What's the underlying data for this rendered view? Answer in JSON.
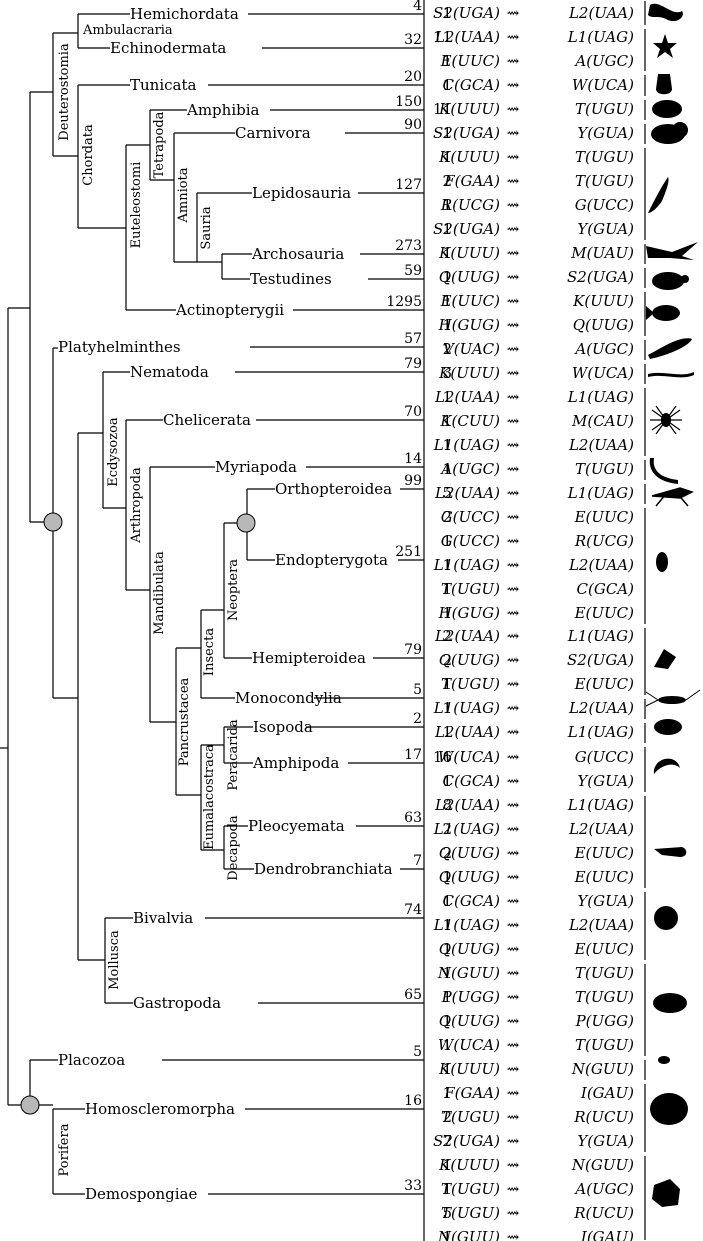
{
  "taxa": [
    {
      "name": "Hemichordata",
      "count": "4"
    },
    {
      "name": "Echinodermata",
      "count": "32"
    },
    {
      "name": "Tunicata",
      "count": "20"
    },
    {
      "name": "Amphibia",
      "count": "150"
    },
    {
      "name": "Carnivora",
      "count": "90"
    },
    {
      "name": "Lepidosauria",
      "count": "127"
    },
    {
      "name": "Archosauria",
      "count": "273"
    },
    {
      "name": "Testudines",
      "count": "59"
    },
    {
      "name": "Actinopterygii",
      "count": "1295"
    },
    {
      "name": "Platyhelminthes",
      "count": "57"
    },
    {
      "name": "Nematoda",
      "count": "79"
    },
    {
      "name": "Chelicerata",
      "count": "70"
    },
    {
      "name": "Myriapoda",
      "count": "14"
    },
    {
      "name": "Orthopteroidea",
      "count": "99"
    },
    {
      "name": "Endopterygota",
      "count": "251"
    },
    {
      "name": "Hemipteroidea",
      "count": "79"
    },
    {
      "name": "Monocondylia",
      "count": "5"
    },
    {
      "name": "Isopoda",
      "count": "2"
    },
    {
      "name": "Amphipoda",
      "count": "17"
    },
    {
      "name": "Pleocyemata",
      "count": "63"
    },
    {
      "name": "Dendrobranchiata",
      "count": "7"
    },
    {
      "name": "Bivalvia",
      "count": "74"
    },
    {
      "name": "Gastropoda",
      "count": "65"
    },
    {
      "name": "Placozoa",
      "count": "5"
    },
    {
      "name": "Homoscleromorpha",
      "count": "16"
    },
    {
      "name": "Demospongiae",
      "count": "33"
    }
  ],
  "clades": {
    "deuterostomia": "Deuterostomia",
    "ambulacraria": "Ambulacraria",
    "chordata": "Chordata",
    "euteleostomi": "Euteleostomi",
    "tetrapoda": "Tetrapoda",
    "amniota": "Amniota",
    "sauria": "Sauria",
    "ecdysozoa": "Ecdysozoa",
    "arthropoda": "Arthropoda",
    "mandibulata": "Mandibulata",
    "pancrustacea": "Pancrustacea",
    "insecta": "Insecta",
    "neoptera": "Neoptera",
    "eumalacostraca": "Eumalacostraca",
    "peracarida": "Peracarida",
    "decapoda": "Decapoda",
    "mollusca": "Mollusca",
    "porifera": "Porifera"
  },
  "reassignments": [
    {
      "n": "1",
      "from": "S2(UGA)",
      "to": "L2(UAA)"
    },
    {
      "n": "11",
      "from": "L2(UAA)",
      "to": "L1(UAG)"
    },
    {
      "n": "1",
      "from": "E(UUC)",
      "to": "A(UGC)"
    },
    {
      "n": "1",
      "from": "C(GCA)",
      "to": "W(UCA)"
    },
    {
      "n": "11",
      "from": "K(UUU)",
      "to": "T(UGU)"
    },
    {
      "n": "1",
      "from": "S2(UGA)",
      "to": "Y(GUA)"
    },
    {
      "n": "1",
      "from": "K(UUU)",
      "to": "T(UGU)"
    },
    {
      "n": "2",
      "from": "F(GAA)",
      "to": "T(UGU)"
    },
    {
      "n": "1",
      "from": "R(UCG)",
      "to": "G(UCC)"
    },
    {
      "n": "1",
      "from": "S2(UGA)",
      "to": "Y(GUA)"
    },
    {
      "n": "1",
      "from": "K(UUU)",
      "to": "M(UAU)"
    },
    {
      "n": "1",
      "from": "Q(UUG)",
      "to": "S2(UGA)"
    },
    {
      "n": "1",
      "from": "E(UUC)",
      "to": "K(UUU)"
    },
    {
      "n": "1",
      "from": "H(GUG)",
      "to": "Q(UUG)"
    },
    {
      "n": "2",
      "from": "V(UAC)",
      "to": "A(UGC)"
    },
    {
      "n": "3",
      "from": "K(UUU)",
      "to": "W(UCA)"
    },
    {
      "n": "1",
      "from": "L2(UAA)",
      "to": "L1(UAG)"
    },
    {
      "n": "1",
      "from": "K(CUU)",
      "to": "M(CAU)"
    },
    {
      "n": "1",
      "from": "L1(UAG)",
      "to": "L2(UAA)"
    },
    {
      "n": "1",
      "from": "A(UGC)",
      "to": "T(UGU)"
    },
    {
      "n": "5",
      "from": "L2(UAA)",
      "to": "L1(UAG)"
    },
    {
      "n": "2",
      "from": "G(UCC)",
      "to": "E(UUC)"
    },
    {
      "n": "1",
      "from": "G(UCC)",
      "to": "R(UCG)"
    },
    {
      "n": "1",
      "from": "L1(UAG)",
      "to": "L2(UAA)"
    },
    {
      "n": "1",
      "from": "T(UGU)",
      "to": "C(GCA)"
    },
    {
      "n": "1",
      "from": "H(GUG)",
      "to": "E(UUC)"
    },
    {
      "n": "2",
      "from": "L2(UAA)",
      "to": "L1(UAG)"
    },
    {
      "n": "2",
      "from": "Q(UUG)",
      "to": "S2(UGA)"
    },
    {
      "n": "1",
      "from": "T(UGU)",
      "to": "E(UUC)"
    },
    {
      "n": "1",
      "from": "L1(UAG)",
      "to": "L2(UAA)"
    },
    {
      "n": "1",
      "from": "L2(UAA)",
      "to": "L1(UAG)"
    },
    {
      "n": "16",
      "from": "W(UCA)",
      "to": "G(UCC)"
    },
    {
      "n": "1",
      "from": "C(GCA)",
      "to": "Y(GUA)"
    },
    {
      "n": "8",
      "from": "L2(UAA)",
      "to": "L1(UAG)"
    },
    {
      "n": "2",
      "from": "L1(UAG)",
      "to": "L2(UAA)"
    },
    {
      "n": "2",
      "from": "Q(UUG)",
      "to": "E(UUC)"
    },
    {
      "n": "1",
      "from": "Q(UUG)",
      "to": "E(UUC)"
    },
    {
      "n": "1",
      "from": "C(GCA)",
      "to": "Y(GUA)"
    },
    {
      "n": "1",
      "from": "L1(UAG)",
      "to": "L2(UAA)"
    },
    {
      "n": "1",
      "from": "Q(UUG)",
      "to": "E(UUC)"
    },
    {
      "n": "1",
      "from": "N(GUU)",
      "to": "T(UGU)"
    },
    {
      "n": "1",
      "from": "P(UGG)",
      "to": "T(UGU)"
    },
    {
      "n": "1",
      "from": "Q(UUG)",
      "to": "P(UGG)"
    },
    {
      "n": "1",
      "from": "W(UCA)",
      "to": "T(UGU)"
    },
    {
      "n": "1",
      "from": "K(UUU)",
      "to": "N(GUU)"
    },
    {
      "n": "1",
      "from": "F(GAA)",
      "to": "I(GAU)"
    },
    {
      "n": "2",
      "from": "T(UGU)",
      "to": "R(UCU)"
    },
    {
      "n": "7",
      "from": "S2(UGA)",
      "to": "Y(GUA)"
    },
    {
      "n": "1",
      "from": "K(UUU)",
      "to": "N(GUU)"
    },
    {
      "n": "1",
      "from": "T(UGU)",
      "to": "A(UGC)"
    },
    {
      "n": "5",
      "from": "T(UGU)",
      "to": "R(UCU)"
    },
    {
      "n": "1",
      "from": "N(GUU)",
      "to": "I(GAU)"
    }
  ],
  "arrow_glyph": "⇝",
  "silhouettes": [
    "acorn-worm",
    "starfish",
    "sea-squirt",
    "frog",
    "lion",
    "lizard",
    "bird",
    "turtle",
    "fish",
    "flatworm",
    "nematode",
    "spider",
    "millipede",
    "grasshopper",
    "beetle",
    "shield-bug",
    "silverfish",
    "woodlouse",
    "amphipod",
    "shrimp",
    "clam",
    "snail",
    "placozoan",
    "sponge",
    "demosponge"
  ]
}
